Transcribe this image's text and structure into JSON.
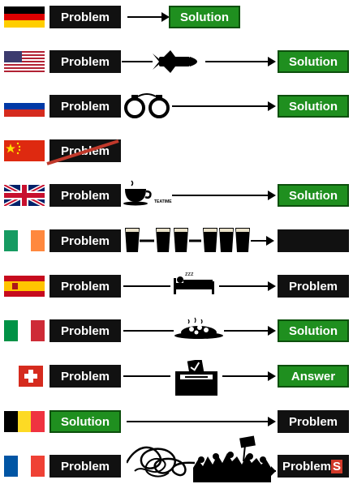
{
  "colors": {
    "black_box": "#111111",
    "green_box": "#1f8f1f",
    "red_strike": "#c0392b"
  },
  "rows": [
    {
      "country": "germany-flag",
      "left": "Problem",
      "right": "Solution",
      "right_style": "green",
      "icons": []
    },
    {
      "country": "usa-flag",
      "left": "Problem",
      "right": "Solution",
      "right_style": "green",
      "icons": [
        "missile-icon"
      ]
    },
    {
      "country": "russia-flag",
      "left": "Problem",
      "right": "Solution",
      "right_style": "green",
      "icons": [
        "handcuffs-icon"
      ]
    },
    {
      "country": "china-flag",
      "left": "Problem",
      "right": "",
      "right_style": "none",
      "icons": [
        "strikethrough-icon"
      ]
    },
    {
      "country": "uk-flag",
      "left": "Problem",
      "right": "Solution",
      "right_style": "green",
      "icons": [
        "teacup-icon"
      ],
      "teacup_caption": "TEATIME"
    },
    {
      "country": "ireland-flag",
      "left": "Problem",
      "right": "",
      "right_style": "black",
      "icons": [
        "beer-pint-icon"
      ]
    },
    {
      "country": "spain-flag",
      "left": "Problem",
      "right": "Problem",
      "right_style": "black",
      "icons": [
        "sleeping-bed-icon"
      ]
    },
    {
      "country": "italy-flag",
      "left": "Problem",
      "right": "Solution",
      "right_style": "green",
      "icons": [
        "pasta-plate-icon"
      ]
    },
    {
      "country": "switzerland-flag",
      "left": "Problem",
      "right": "Answer",
      "right_style": "green",
      "icons": [
        "ballot-box-icon"
      ]
    },
    {
      "country": "belgium-flag",
      "left": "Solution",
      "right": "Problem",
      "right_style": "black",
      "left_style": "green",
      "icons": []
    },
    {
      "country": "france-flag",
      "left": "Problem",
      "right": "Problem",
      "right_suffix": "S",
      "right_style": "black",
      "icons": [
        "tangle-icon",
        "protest-crowd-icon"
      ]
    }
  ]
}
